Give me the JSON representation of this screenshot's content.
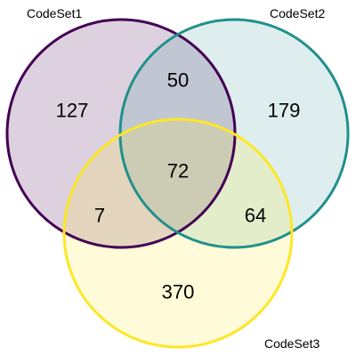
{
  "diagram": {
    "type": "venn3",
    "sets": [
      {
        "id": "set1",
        "name": "CodeSet1",
        "fill": "#440154",
        "stroke": "#440154"
      },
      {
        "id": "set2",
        "name": "CodeSet2",
        "fill": "#21908C",
        "stroke": "#21908C"
      },
      {
        "id": "set3",
        "name": "CodeSet3",
        "fill": "#FDE725",
        "stroke": "#FDE725"
      }
    ],
    "regions": {
      "only_1": "127",
      "only_2": "179",
      "only_3": "370",
      "set1_set2": "50",
      "set1_set3": "7",
      "set2_set3": "64",
      "all_three": "72"
    }
  }
}
